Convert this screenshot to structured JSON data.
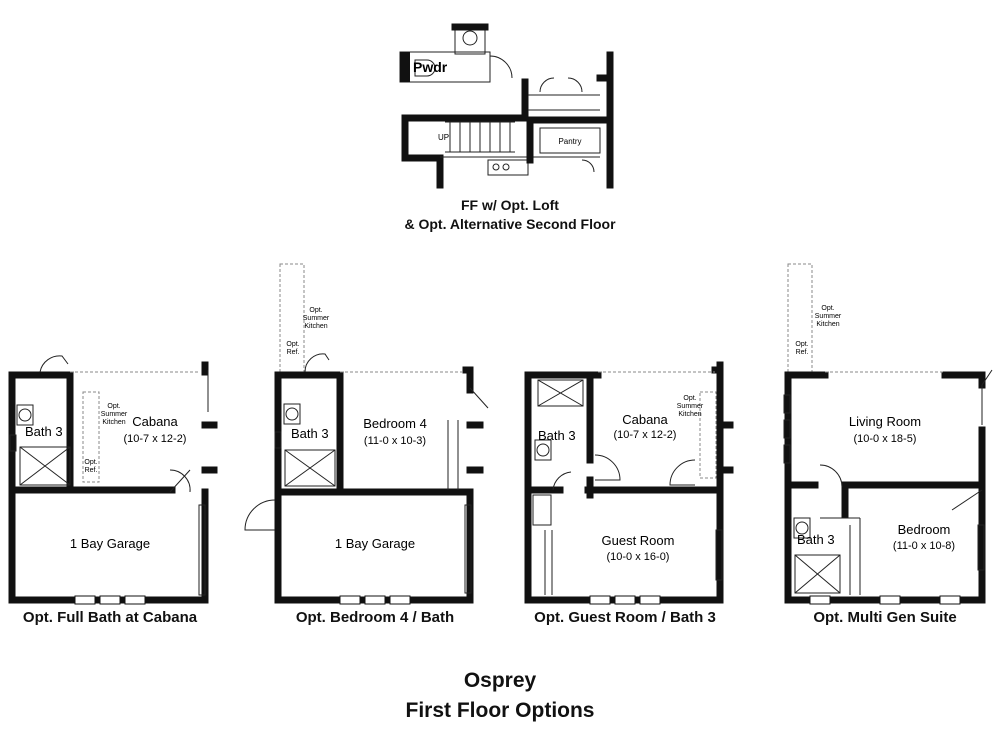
{
  "top_plan": {
    "caption_line1": "FF w/ Opt. Loft",
    "caption_line2": "& Opt. Alternative Second Floor",
    "pwdr": "Pwdr",
    "pantry": "Pantry",
    "up": "UP"
  },
  "plans": [
    {
      "caption": "Opt. Full Bath at Cabana",
      "bath": "Bath 3",
      "room1_name": "Cabana",
      "room1_dim": "(10-7 x 12-2)",
      "summer": [
        "Opt.",
        "Summer",
        "Kitchen"
      ],
      "ref": [
        "Opt.",
        "Ref."
      ],
      "garage": "1 Bay Garage"
    },
    {
      "caption": "Opt. Bedroom 4 / Bath",
      "bath": "Bath 3",
      "room1_name": "Bedroom 4",
      "room1_dim": "(11-0 x 10-3)",
      "summer": [
        "Opt.",
        "Summer",
        "Kitchen"
      ],
      "ref": [
        "Opt.",
        "Ref."
      ],
      "garage": "1 Bay Garage"
    },
    {
      "caption": "Opt. Guest Room / Bath 3",
      "bath": "Bath 3",
      "room1_name": "Cabana",
      "room1_dim": "(10-7 x 12-2)",
      "summer": [
        "Opt.",
        "Summer",
        "Kitchen"
      ],
      "room2_name": "Guest Room",
      "room2_dim": "(10-0 x 16-0)"
    },
    {
      "caption": "Opt. Multi Gen Suite",
      "bath": "Bath 3",
      "room1_name": "Living Room",
      "room1_dim": "(10-0 x 18-5)",
      "summer": [
        "Opt.",
        "Summer",
        "Kitchen"
      ],
      "ref": [
        "Opt.",
        "Ref."
      ],
      "room2_name": "Bedroom",
      "room2_dim": "(11-0 x 10-8)"
    }
  ],
  "title_line1": "Osprey",
  "title_line2": "First Floor Options"
}
